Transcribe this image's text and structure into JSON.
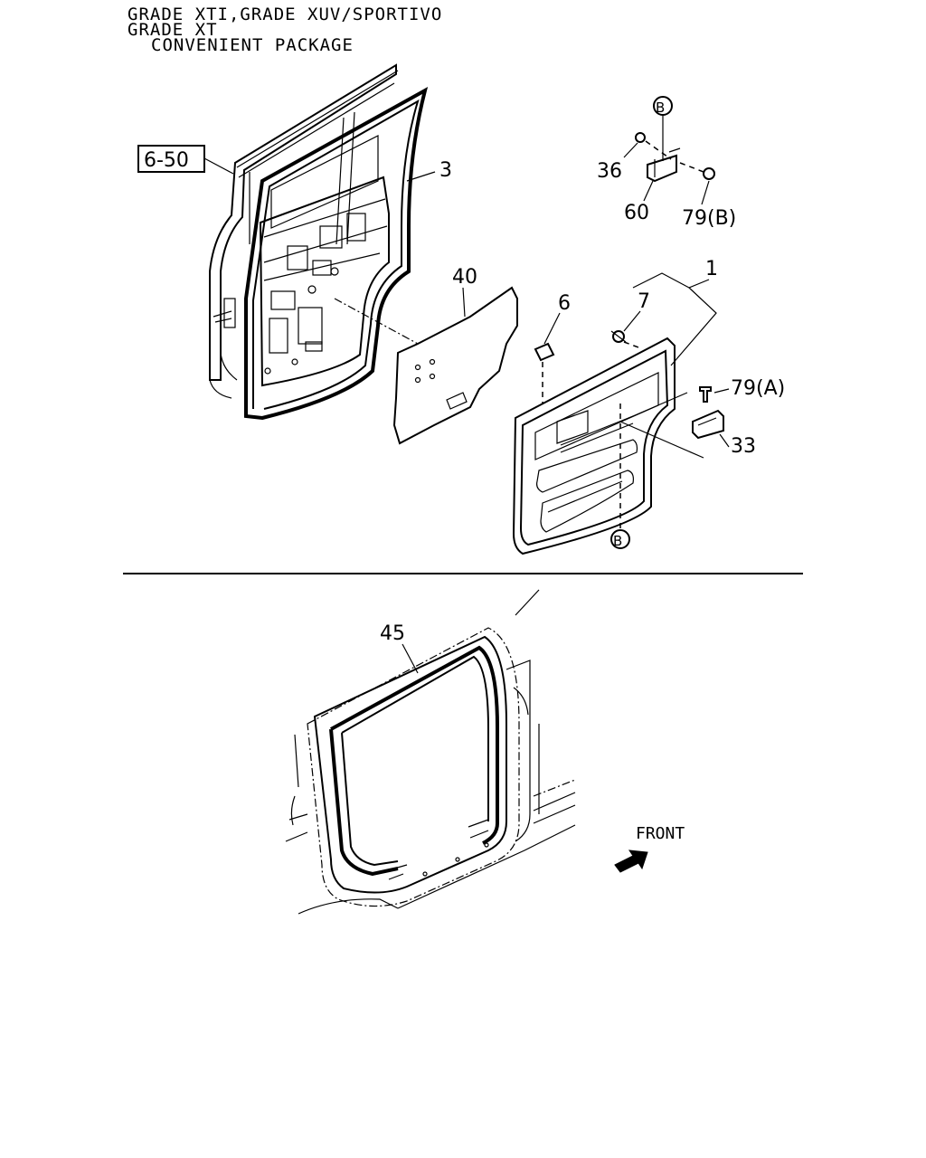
{
  "header": {
    "line1": "GRADE XTI,GRADE XUV/SPORTIVO",
    "line2": "GRADE XT",
    "line3": "CONVENIENT PACKAGE"
  },
  "callouts": {
    "ref_box": "6-50",
    "p1": "1",
    "p3": "3",
    "p6": "6",
    "p7": "7",
    "p33": "33",
    "p36": "36",
    "p40": "40",
    "p45": "45",
    "p60": "60",
    "p79a": "79(A)",
    "p79b": "79(B)",
    "circle_b": "B"
  },
  "direction_label": "FRONT"
}
